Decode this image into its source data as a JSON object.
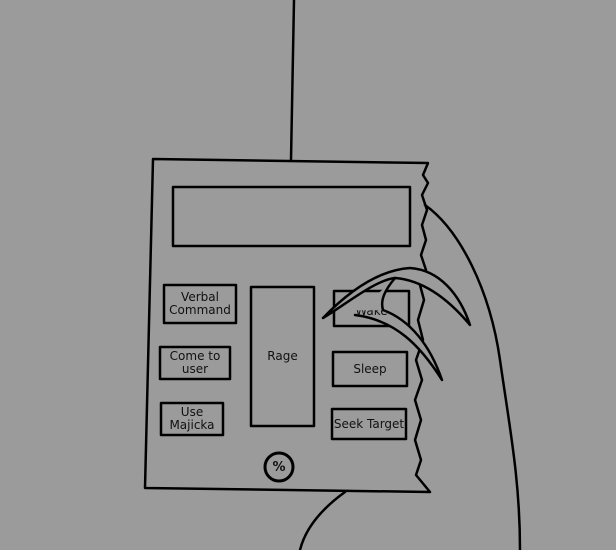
{
  "remote": {
    "buttons": {
      "verbal_command": "Verbal Command",
      "come_to_user": "Come to user",
      "use_majicka": "Use Majicka",
      "rage": "Rage",
      "wake": "Wake",
      "sleep": "Sleep",
      "seek_target": "Seek Target",
      "percent": "%"
    }
  }
}
